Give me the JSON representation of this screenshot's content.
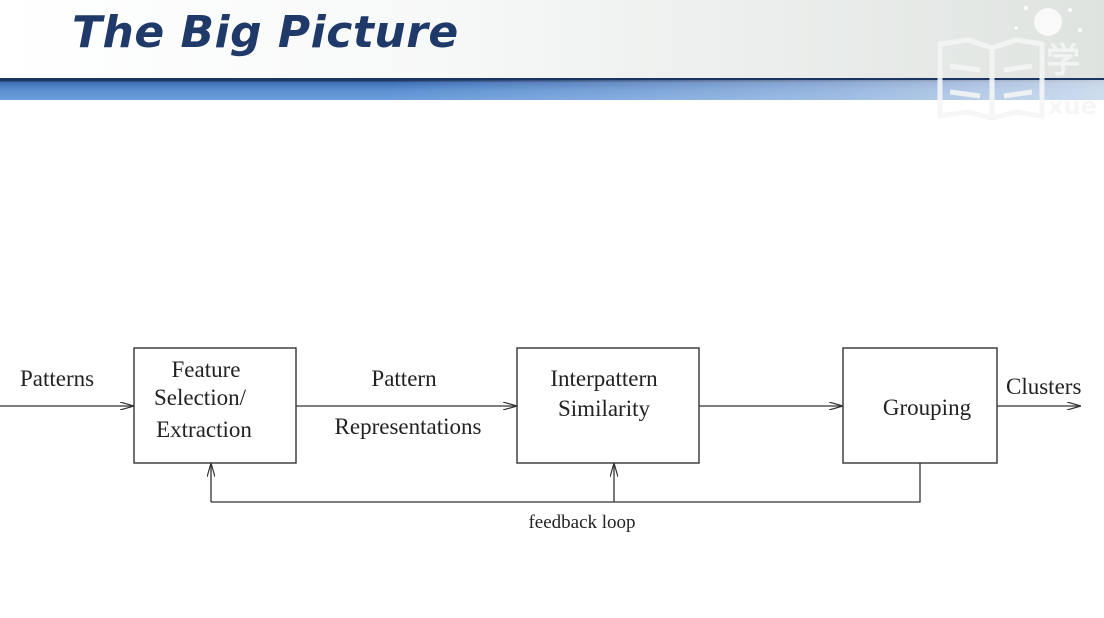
{
  "slide": {
    "title": "The Big Picture"
  },
  "watermark": {
    "text": "xue"
  },
  "diagram": {
    "boxes": [
      {
        "id": "feature",
        "lines": [
          "Feature",
          "Selection/",
          "Extraction"
        ]
      },
      {
        "id": "similarity",
        "lines": [
          "Interpattern",
          "Similarity"
        ]
      },
      {
        "id": "grouping",
        "lines": [
          "Grouping"
        ]
      }
    ],
    "labels": {
      "input": "Patterns",
      "between_1": [
        "Pattern",
        "Representations"
      ],
      "output": "Clusters",
      "feedback": "feedback loop"
    }
  },
  "colors": {
    "title": "#1f3a68",
    "bar_dark": "#1c3462",
    "bar_light": "#6b9edb",
    "line": "#333333"
  }
}
